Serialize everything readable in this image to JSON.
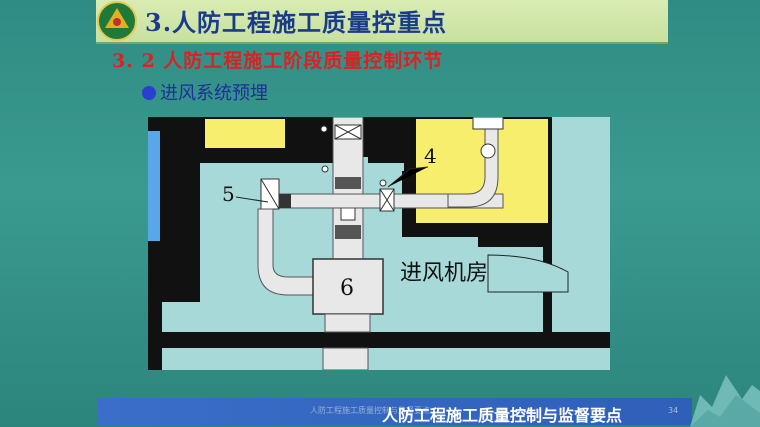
{
  "header": {
    "title": "3.人防工程施工质量控重点"
  },
  "section": {
    "subtitle": "3. 2  人防工程施工阶段质量控制环节"
  },
  "bullet": {
    "text": "进风系统预埋"
  },
  "drawing": {
    "label_4": "4",
    "label_5": "5",
    "label_6": "6",
    "room_label": "进风机房"
  },
  "footer": {
    "small_text": "人防工程施工质量控制与监督要点",
    "main_text": "人防工程施工质量控制与监督要点",
    "page_number": "34"
  },
  "colors": {
    "background": "#2f8c84",
    "title_bar": "#d9ecb3",
    "title_text": "#1a3a8a",
    "subtitle": "#e02020",
    "wall_fill": "#f7ee6e",
    "room_fill": "#a8d9d9",
    "bottom_bar": "#3a6ec8"
  }
}
